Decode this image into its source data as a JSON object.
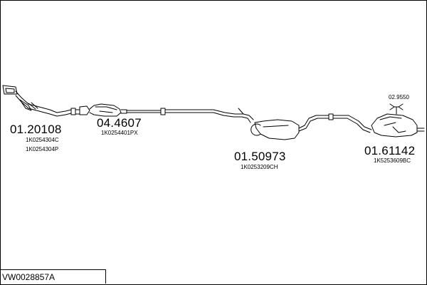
{
  "parts": [
    {
      "part_number": "01.20108",
      "oe_numbers": [
        "1K0254304C",
        "1K0254304P"
      ]
    },
    {
      "part_number": "04.4607",
      "oe_numbers": [
        "1K0254401PX"
      ]
    },
    {
      "part_number": "01.50973",
      "oe_numbers": [
        "1K0253209CH"
      ]
    },
    {
      "part_number": "01.61142",
      "oe_numbers": [
        "1K5253609BC"
      ]
    }
  ],
  "accessory": {
    "part_number": "02.9550"
  },
  "title": "VW0028857A"
}
